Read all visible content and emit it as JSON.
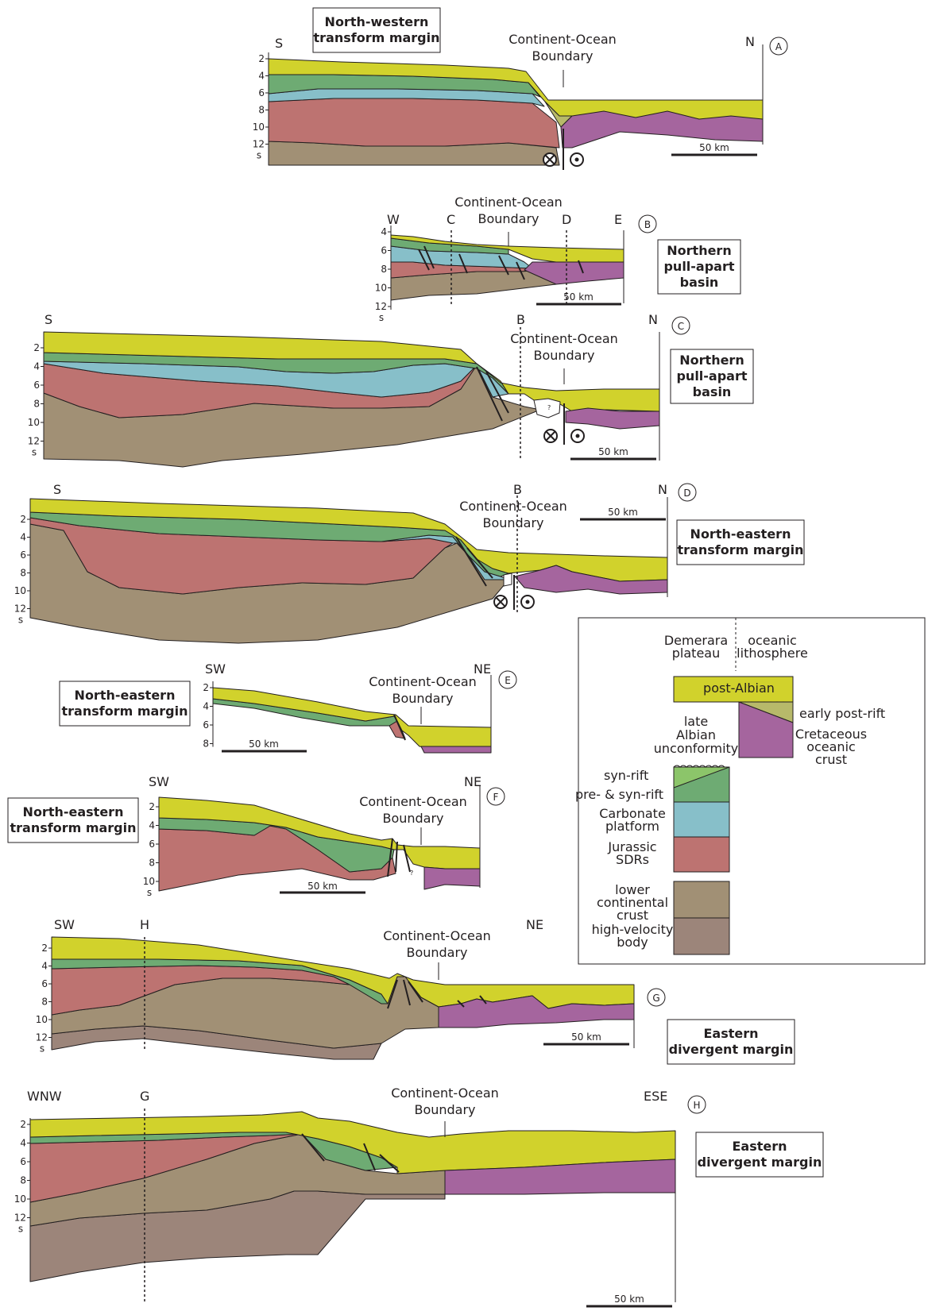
{
  "colors": {
    "post_albian": "#d1d22c",
    "early_post_rift": "#b7b96a",
    "syn_rift": "#8cc56a",
    "pre_syn_rift": "#6eab73",
    "carbonate": "#87bfc9",
    "jurassic_sdrs": "#bd7371",
    "oceanic_crust": "#a5659e",
    "lower_crust": "#a19075",
    "high_velocity": "#9c857a"
  },
  "sections": [
    {
      "id": "A",
      "title": "North-western\ntransform margin",
      "left_dir": "S",
      "right_dir": "N",
      "cob": "Continent-Ocean\nBoundary",
      "depth_ticks": [
        "2",
        "4",
        "6",
        "8",
        "10",
        "12"
      ],
      "depth_unit": "s",
      "scale": "50 km",
      "markers": [],
      "strike_slip": true
    },
    {
      "id": "B",
      "title": "Northern\npull-apart\nbasin",
      "left_dir": "W",
      "right_dir": "E",
      "cob": "Continent-Ocean\nBoundary",
      "depth_ticks": [
        "4",
        "6",
        "8",
        "10",
        "12"
      ],
      "depth_unit": "s",
      "scale": "50 km",
      "markers": [
        "C",
        "D"
      ],
      "strike_slip": false
    },
    {
      "id": "C",
      "title": "Northern\npull-apart\nbasin",
      "left_dir": "S",
      "right_dir": "N",
      "cob": "Continent-Ocean\nBoundary",
      "depth_ticks": [
        "2",
        "4",
        "6",
        "8",
        "10",
        "12"
      ],
      "depth_unit": "s",
      "scale": "50 km",
      "markers": [
        "B"
      ],
      "strike_slip": true,
      "query": "?"
    },
    {
      "id": "D",
      "title": "North-eastern\ntransform margin",
      "left_dir": "S",
      "right_dir": "N",
      "cob": "Continent-Ocean\nBoundary",
      "depth_ticks": [
        "2",
        "4",
        "6",
        "8",
        "10",
        "12"
      ],
      "depth_unit": "s",
      "scale": "50 km",
      "markers": [
        "B"
      ],
      "strike_slip": true
    },
    {
      "id": "E",
      "title": "North-eastern\ntransform margin",
      "left_dir": "SW",
      "right_dir": "NE",
      "cob": "Continent-Ocean\nBoundary",
      "depth_ticks": [
        "2",
        "4",
        "6",
        "8"
      ],
      "depth_unit": "",
      "scale": "50 km",
      "markers": [],
      "strike_slip": false
    },
    {
      "id": "F",
      "title": "North-eastern\ntransform margin",
      "left_dir": "SW",
      "right_dir": "NE",
      "cob": "Continent-Ocean\nBoundary",
      "depth_ticks": [
        "2",
        "4",
        "6",
        "8",
        "10"
      ],
      "depth_unit": "s",
      "scale": "50 km",
      "markers": [],
      "strike_slip": false,
      "query": "?"
    },
    {
      "id": "G",
      "title": "Eastern\ndivergent margin",
      "left_dir": "SW",
      "right_dir": "NE",
      "cob": "Continent-Ocean\nBoundary",
      "depth_ticks": [
        "2",
        "4",
        "6",
        "8",
        "10",
        "12"
      ],
      "depth_unit": "s",
      "scale": "50 km",
      "markers": [
        "H"
      ],
      "strike_slip": false
    },
    {
      "id": "H",
      "title": "Eastern\ndivergent margin",
      "left_dir": "WNW",
      "right_dir": "ESE",
      "cob": "Continent-Ocean\nBoundary",
      "depth_ticks": [
        "2",
        "4",
        "6",
        "8",
        "10",
        "12"
      ],
      "depth_unit": "s",
      "scale": "50 km",
      "markers": [
        "G"
      ],
      "strike_slip": false
    }
  ],
  "legend": {
    "header_left": "Demerara\nplateau",
    "header_right": "oceanic\nlithosphere",
    "post_albian": "post-Albian",
    "early_post_rift": "early post-rift",
    "unconformity": "late\nAlbian\nunconformity",
    "oceanic_crust": "Cretaceous\noceanic\ncrust",
    "syn_rift": "syn-rift",
    "pre_syn_rift": "pre- & syn-rift",
    "carbonate": "Carbonate\nplatform",
    "jurassic_sdrs": "Jurassic\nSDRs",
    "lower_crust": "lower\ncontinental\ncrust",
    "high_velocity": "high-velocity\nbody"
  }
}
